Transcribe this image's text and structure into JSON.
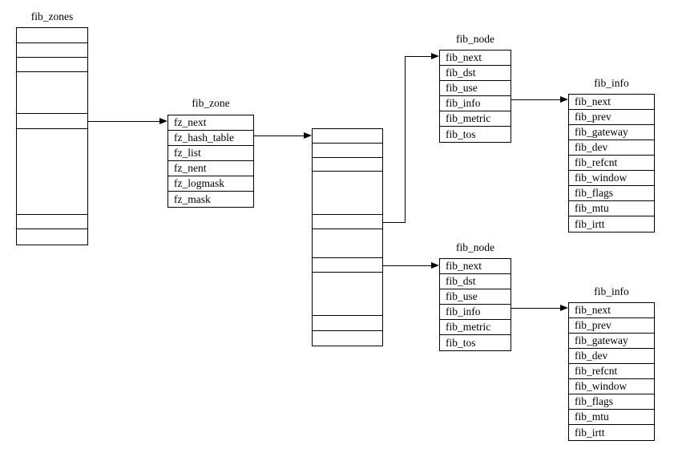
{
  "page": {
    "background_color": "#ffffff",
    "line_color": "#000000",
    "text_color": "#000000"
  },
  "tables": {
    "fib_zones": {
      "title": "fib_zones",
      "rows": [
        "",
        "",
        "",
        "",
        "",
        "",
        "",
        ""
      ]
    },
    "fib_zone": {
      "title": "fib_zone",
      "rows": [
        "fz_next",
        "fz_hash_table",
        "fz_list",
        "fz_nent",
        "fz_logmask",
        "fz_mask"
      ]
    },
    "hash_table": {
      "title": "",
      "rows": [
        "",
        "",
        "",
        "",
        "",
        "",
        "",
        "",
        "",
        ""
      ]
    },
    "fib_node_top": {
      "title": "fib_node",
      "rows": [
        "fib_next",
        "fib_dst",
        "fib_use",
        "fib_info",
        "fib_metric",
        "fib_tos"
      ]
    },
    "fib_info_top": {
      "title": "fib_info",
      "rows": [
        "fib_next",
        "fib_prev",
        "fib_gateway",
        "fib_dev",
        "fib_refcnt",
        "fib_window",
        "fib_flags",
        "fib_mtu",
        "fib_irtt"
      ]
    },
    "fib_node_bottom": {
      "title": "fib_node",
      "rows": [
        "fib_next",
        "fib_dst",
        "fib_use",
        "fib_info",
        "fib_metric",
        "fib_tos"
      ]
    },
    "fib_info_bottom": {
      "title": "fib_info",
      "rows": [
        "fib_next",
        "fib_prev",
        "fib_gateway",
        "fib_dev",
        "fib_refcnt",
        "fib_window",
        "fib_flags",
        "fib_mtu",
        "fib_irtt"
      ]
    }
  },
  "connections": [
    "fib_zones slot -> fib_zone.fz_next",
    "fib_zone.fz_hash_table -> hash_table",
    "hash_table slot -> fib_node_top.fib_next",
    "hash_table slot -> fib_node_bottom.fib_next",
    "fib_node_top.fib_info -> fib_info_top.fib_next",
    "fib_node_bottom.fib_info -> fib_info_bottom.fib_next"
  ]
}
